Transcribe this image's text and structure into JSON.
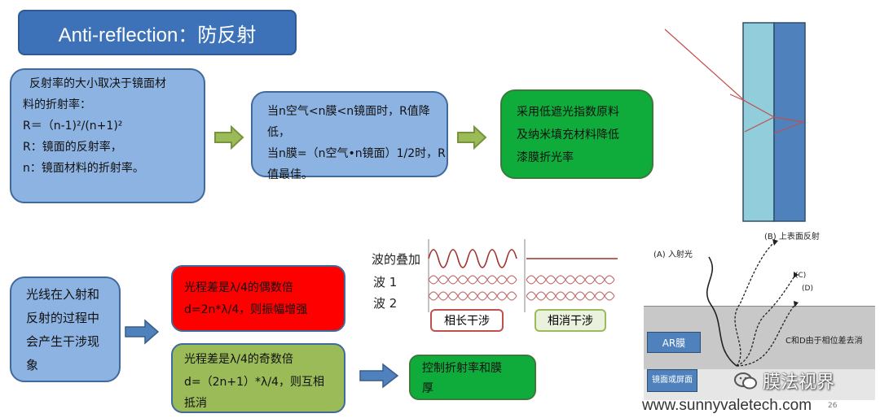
{
  "title": "Anti-reflection：防反射",
  "box1": {
    "line1": "反射率的大小取决于镜面材",
    "line2": "料的折射率：",
    "line3": "R＝（n-1)²/(n+1)²",
    "line4": " R：镜面的反射率，",
    "line5": "n：镜面材料的折射率。"
  },
  "box2": {
    "line1": "当n空气<n膜<n镜面时，R值降低，",
    "line2": "当n膜=（n空气•n镜面）1/2时，R",
    "line3": "值最佳。"
  },
  "box3": {
    "line1": "采用低遮光指数原料",
    "line2": "及纳米填充材料降低",
    "line3": "漆膜折光率"
  },
  "box4": {
    "line1": "光线在入射和",
    "line2": "反射的过程中",
    "line3": "会产生干涉现",
    "line4": "象"
  },
  "box_red": {
    "line1": "光程差是λ/4的偶数倍",
    "line2": "d=2n*λ/4，则振幅增强"
  },
  "box_olive": {
    "line1": "光程差是λ/4的奇数倍",
    "line2": "d=（2n+1）*λ/4，则互相",
    "line3": "抵消"
  },
  "box_green2": {
    "line1": "控制折射率和膜",
    "line2": "厚"
  },
  "wave": {
    "row1": "波的叠加",
    "row2": "波 1",
    "row3": "波 2",
    "constructive": "相长干涉",
    "destructive": "相消干涉"
  },
  "ar_figure": {
    "incident": "(A) 入射光",
    "reflect": "(B) 上表面反射",
    "c": "(C)",
    "d": "(D)",
    "film": "AR膜",
    "cancel": "C和D由于相位差去消",
    "substrate": "镜面或屏面"
  },
  "watermark": "膜法视界",
  "website": "www.sunnyvaletech.com",
  "page_number": "26",
  "colors": {
    "title_blue": "#3e72b8",
    "box_blue": "#8db3e2",
    "box_green": "#0fac3c",
    "box_red": "#ff0000",
    "box_olive": "#9bbb59",
    "arrow_green": "#77933c",
    "arrow_blue": "#4f81bd",
    "slab_light": "#92cddc",
    "slab_dark": "#4f81bd"
  }
}
